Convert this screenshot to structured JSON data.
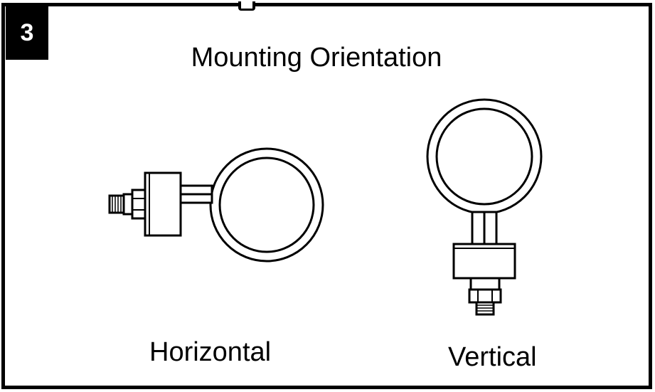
{
  "step_number": "3",
  "title": "Mounting Orientation",
  "orientations": [
    {
      "label": "Horizontal",
      "icon": "gauge-horizontal-icon"
    },
    {
      "label": "Vertical",
      "icon": "gauge-vertical-icon"
    }
  ],
  "colors": {
    "line": "#000000",
    "background": "#ffffff",
    "badge": "#000000"
  }
}
